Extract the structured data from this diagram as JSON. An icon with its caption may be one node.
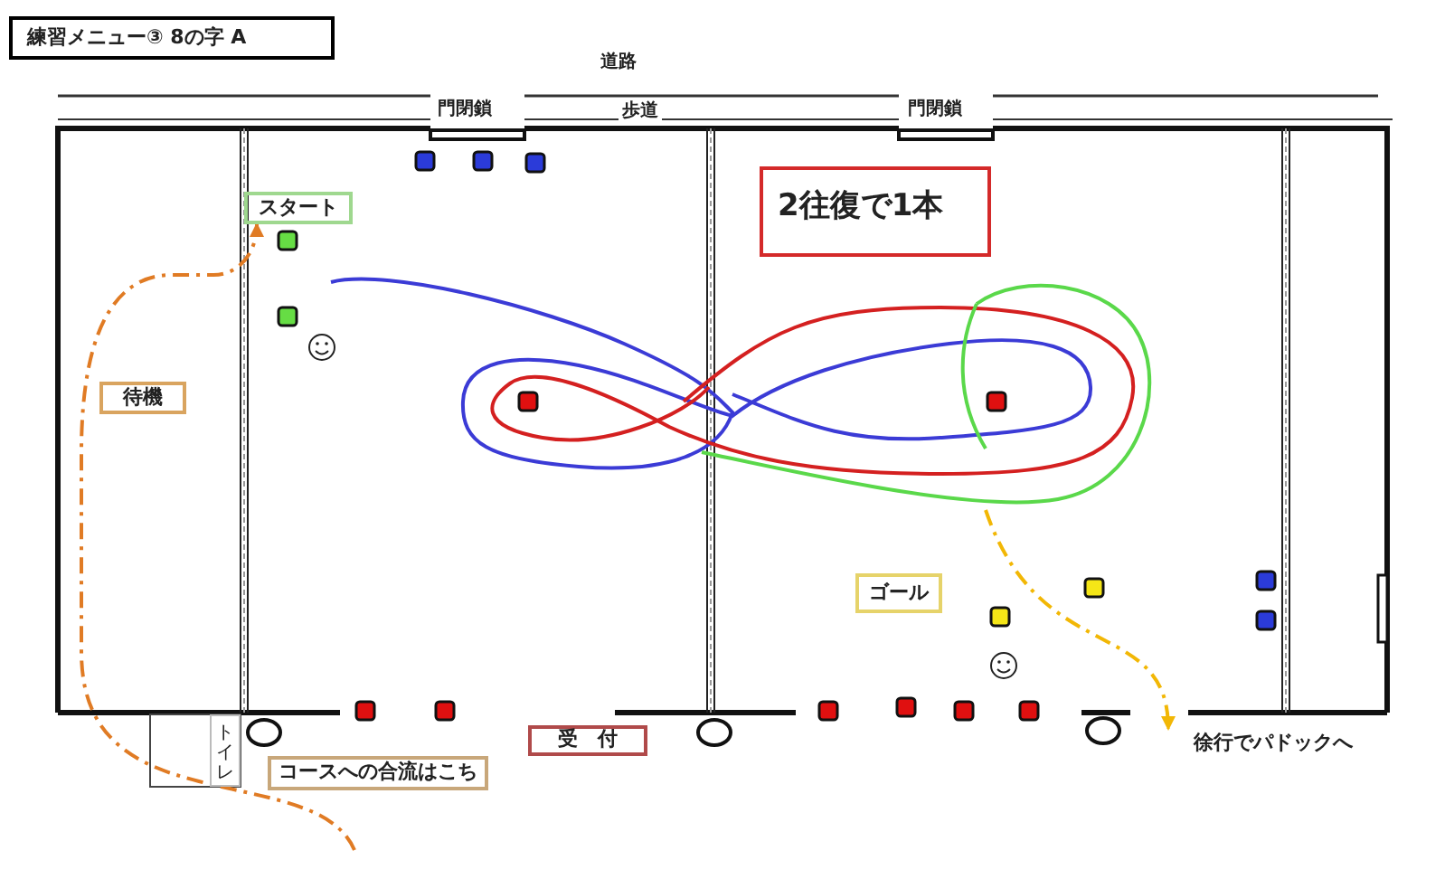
{
  "diagram": {
    "title": "練習メニュー③ 8の字 A",
    "nodes": [
      {
        "text": [
          "スタート"
        ]
      },
      {
        "text": [
          "待機"
        ]
      },
      {
        "text": [
          "2往復で1本"
        ]
      },
      {
        "text": [
          "ゴール"
        ]
      },
      {
        "text": [
          "トイレ"
        ]
      },
      {
        "text": [
          "受　付"
        ]
      },
      {
        "text": [
          "コースへの合流はこち"
        ]
      },
      {
        "text": [
          "徐行でパドックへ"
        ]
      }
    ],
    "edges": [
      {
        "from": null,
        "to": 7,
        "arrow": "to",
        "style": "dashed",
        "color": "#f2b705"
      },
      {
        "from": null,
        "to": 0,
        "arrow": "to",
        "style": "dashed",
        "color": "#e07b24"
      }
    ],
    "labels": [
      "道路",
      "門閉鎖",
      "歩道",
      "門閉鎖"
    ]
  }
}
